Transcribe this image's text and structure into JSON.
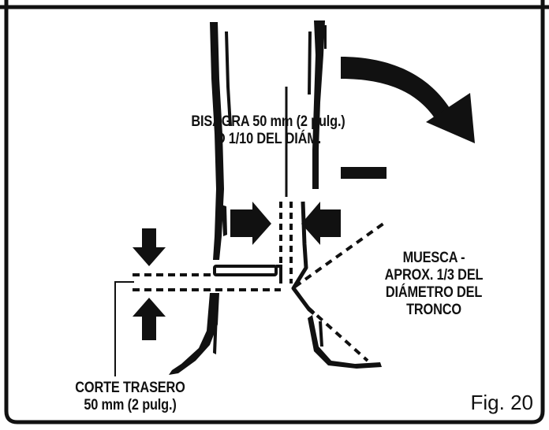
{
  "labels": {
    "hinge_line1": "BISAGRA 50 mm (2 pulg.)",
    "hinge_line2": "O 1/10 DEL DIÁM.",
    "notch_line1": "MUESCA -",
    "notch_line2": "APROX. 1/3 DEL",
    "notch_line3": "DIÁMETRO DEL",
    "notch_line4": "TRONCO",
    "backcut_line1": "CORTE TRASERO",
    "backcut_line2": "50 mm (2 pulg.)",
    "figure": "Fig. 20"
  },
  "colors": {
    "ink": "#111111",
    "background": "#ffffff"
  }
}
